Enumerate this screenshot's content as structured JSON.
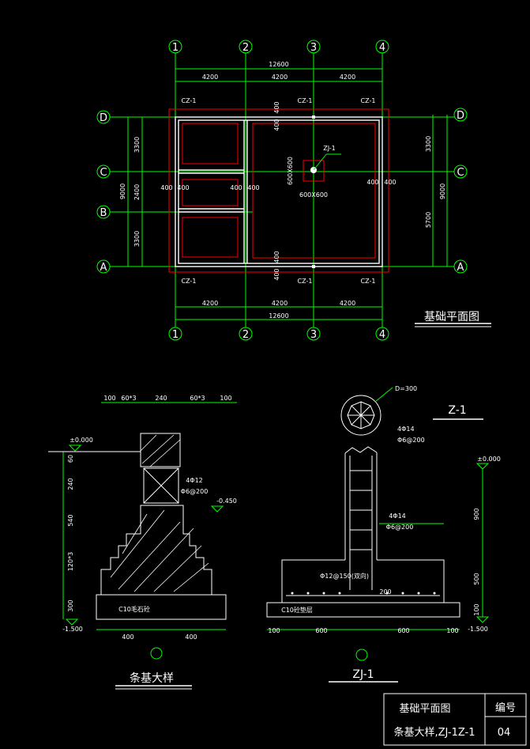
{
  "colors": {
    "background": "#000000",
    "dimension": "#00ff00",
    "wall": "#ffffff",
    "outline": "#ff0000",
    "axis": "#00ff00",
    "text": "#ffffff"
  },
  "plan": {
    "title": "基础平面图",
    "top_axes": [
      "1",
      "2",
      "3",
      "4"
    ],
    "bottom_axes": [
      "1",
      "2",
      "3",
      "4"
    ],
    "left_axes": [
      "D",
      "C",
      "B",
      "A"
    ],
    "right_axes": [
      "D",
      "C",
      "A"
    ],
    "top_total": "12600",
    "top_spans": [
      "4200",
      "4200",
      "4200"
    ],
    "bottom_spans": [
      "4200",
      "4200",
      "4200"
    ],
    "bottom_total": "12600",
    "left_spans": [
      "3300",
      "2400",
      "3300"
    ],
    "left_total": "9000",
    "right_spans": [
      "3300",
      "5700"
    ],
    "right_total": "9000",
    "cz_top": [
      "CZ-1",
      "CZ-1",
      "CZ-1"
    ],
    "cz_bottom": [
      "CZ-1",
      "CZ-1",
      "CZ-1"
    ],
    "zj_label": "ZJ-1",
    "dim_400": "400",
    "dim_600x600": "600X600",
    "dim_600x600_h": "600X600"
  },
  "strip": {
    "title": "条基大样",
    "top_dims": [
      "100",
      "60*3",
      "240",
      "60*3",
      "100"
    ],
    "left_dims": [
      "60",
      "240",
      "540",
      "120*3",
      "300"
    ],
    "elev_top": "±0.000",
    "elev_mid": "-0.450",
    "elev_bottom": "-1.500",
    "rebar_main": "4Φ12",
    "rebar_stirrup": "Φ6@200",
    "cushion": "C10毛石砼",
    "bottom_dims": [
      "400",
      "400"
    ]
  },
  "z1": {
    "title": "Z-1",
    "d_label": "D=300",
    "rebar_main": "4Φ14",
    "rebar_stirrup": "Φ6@200"
  },
  "zj1": {
    "title": "ZJ-1",
    "rebar_main": "4Φ14",
    "rebar_stirrup": "Φ6@200",
    "base_rebar": "Φ12@150(双向)",
    "dim_200": "200",
    "cushion": "C10砼垫层",
    "elev_top": "±0.000",
    "elev_bottom": "-1.500",
    "right_dims": [
      "900",
      "500",
      "100"
    ],
    "bottom_dims": [
      "100",
      "600",
      "600",
      "100"
    ]
  },
  "title_block": {
    "name_line1": "基础平面图",
    "name_line2": "条基大样,ZJ-1Z-1",
    "number_label": "编号",
    "number_value": "04"
  }
}
